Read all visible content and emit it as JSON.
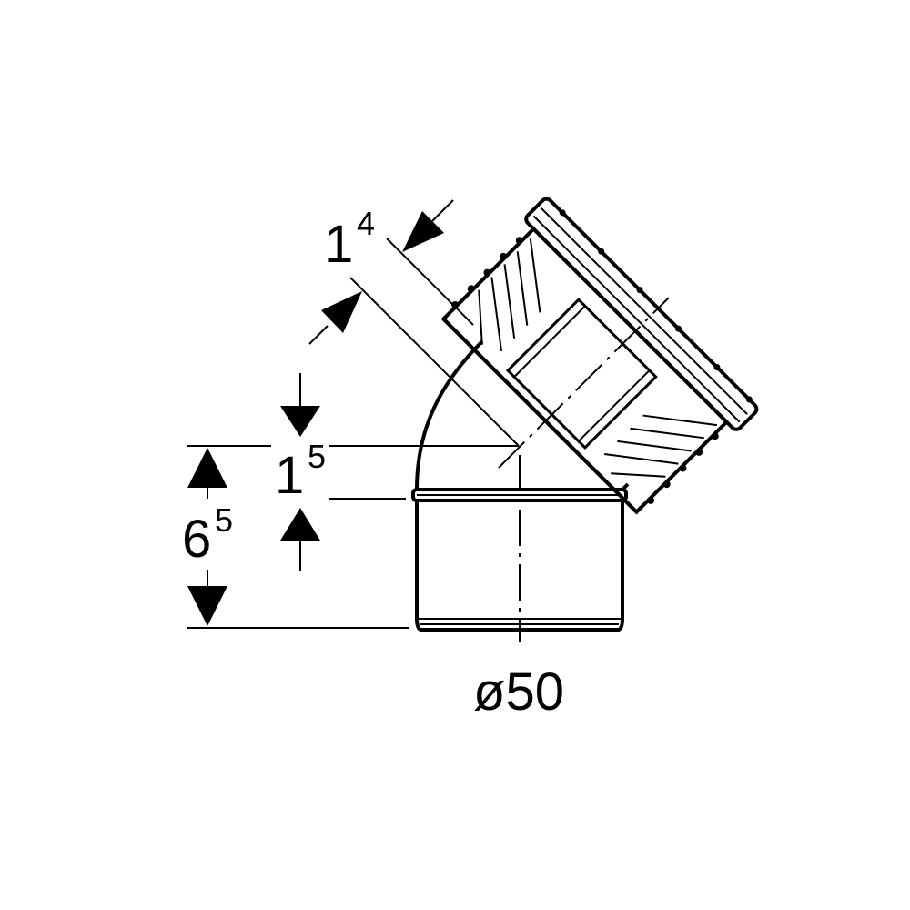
{
  "diagram": {
    "colors": {
      "line": "#000000",
      "background": "#ffffff"
    },
    "dimensions": {
      "offset_angled": {
        "main": "1",
        "sup": "4"
      },
      "offset_vertical": {
        "main": "1",
        "sup": "5"
      },
      "height_total": {
        "main": "6",
        "sup": "5"
      },
      "diameter": "ø50"
    }
  }
}
